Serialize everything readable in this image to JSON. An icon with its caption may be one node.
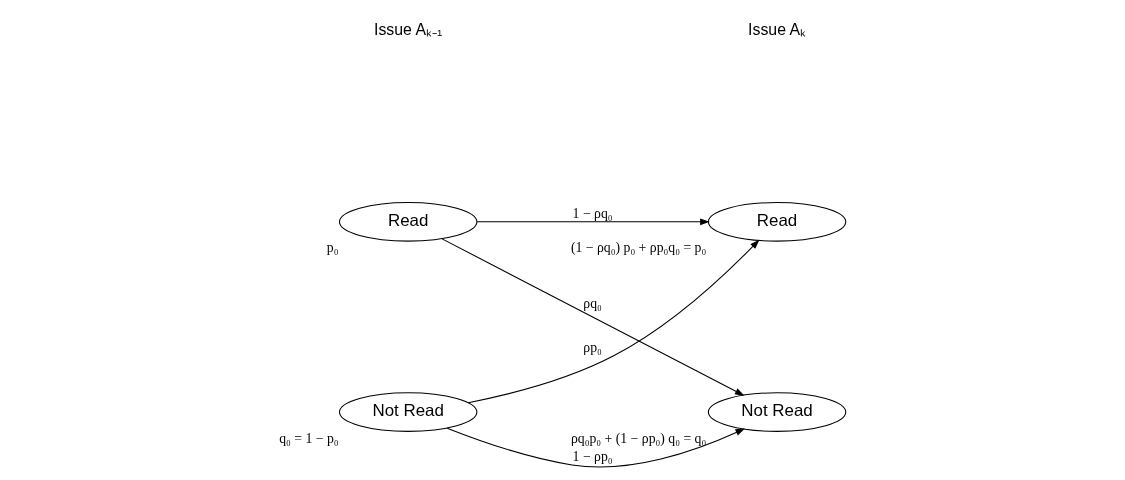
{
  "diagram": {
    "nodes": [
      {
        "text": [
          "Read"
        ],
        "beside": [
          "p₀"
        ]
      },
      {
        "text": [
          "Not Read"
        ],
        "beside": [
          "q₀ = 1 − p₀"
        ]
      },
      {
        "text": [
          "Read"
        ],
        "beside": [
          "(1 − ρq₀) p₀ + ρp₀q₀ = p₀"
        ]
      },
      {
        "text": [
          "Not Read"
        ],
        "beside": [
          "ρq₀p₀ + (1 − ρp₀) q₀ = q₀"
        ]
      }
    ],
    "edges": [
      {
        "from": 0,
        "to": 2,
        "arrow": "to",
        "label": "1 − ρq₀"
      },
      {
        "from": 0,
        "to": 3,
        "arrow": "to",
        "label": "ρq₀"
      },
      {
        "from": 1,
        "to": 2,
        "arrow": "to",
        "label": "ρp₀"
      },
      {
        "from": 1,
        "to": 3,
        "arrow": "to",
        "label": "1 − ρp₀"
      }
    ],
    "labels": [
      "Issue Aₖ₋₁",
      "Issue Aₖ"
    ]
  }
}
